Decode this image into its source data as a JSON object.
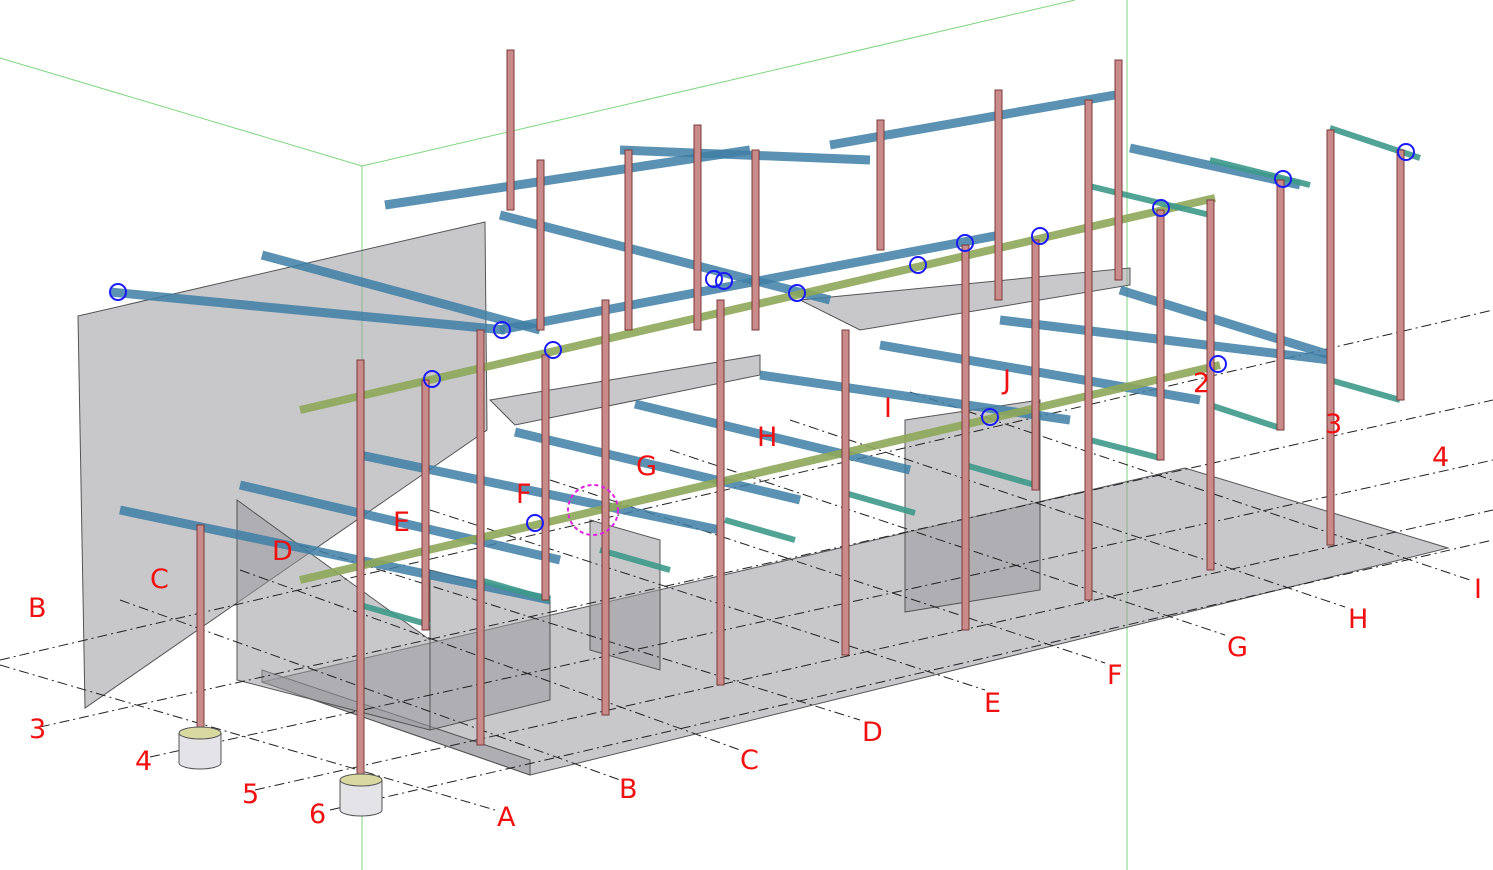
{
  "view": {
    "title": "3D structural model view"
  },
  "grid_labels": {
    "front_letters": [
      "A",
      "B",
      "C",
      "D",
      "E",
      "F",
      "G",
      "H",
      "I"
    ],
    "left_numbers": [
      "3",
      "4",
      "5",
      "6"
    ],
    "right_numbers": [
      "2",
      "3",
      "4"
    ],
    "left_letters": [
      "B",
      "C"
    ],
    "level_letters": [
      "D",
      "E",
      "F",
      "G",
      "H",
      "I",
      "J"
    ]
  },
  "colors": {
    "grid_label": "#f01010",
    "column": "#c98a8a",
    "beam_blue": "#3f7fa6",
    "beam_green": "#8fa85a",
    "concrete": "#9a9aa0",
    "marker": "#1a1aff"
  }
}
